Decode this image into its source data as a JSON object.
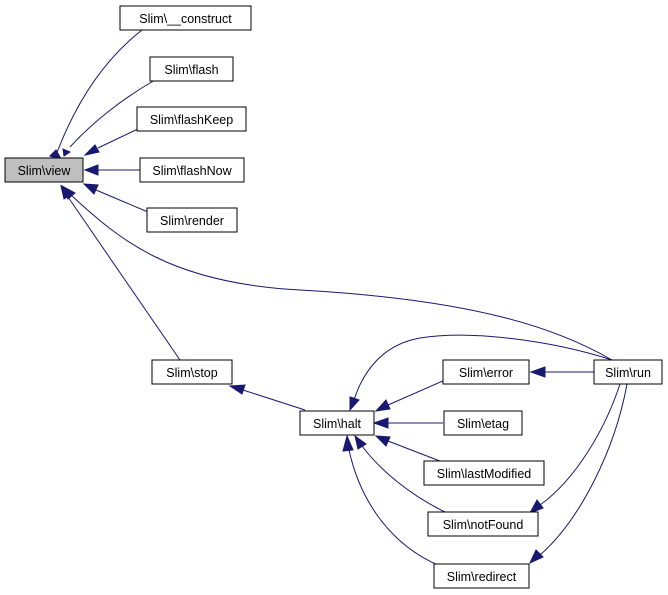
{
  "nodes": {
    "view": "Slim\\view",
    "construct": "Slim\\__construct",
    "flash": "Slim\\flash",
    "flashKeep": "Slim\\flashKeep",
    "flashNow": "Slim\\flashNow",
    "render": "Slim\\render",
    "stop": "Slim\\stop",
    "halt": "Slim\\halt",
    "error": "Slim\\error",
    "etag": "Slim\\etag",
    "lastModified": "Slim\\lastModified",
    "notFound": "Slim\\notFound",
    "redirect": "Slim\\redirect",
    "run": "Slim\\run"
  },
  "colors": {
    "edge": "#191970",
    "root_fill": "#bfbfbf",
    "node_fill": "#ffffff"
  }
}
